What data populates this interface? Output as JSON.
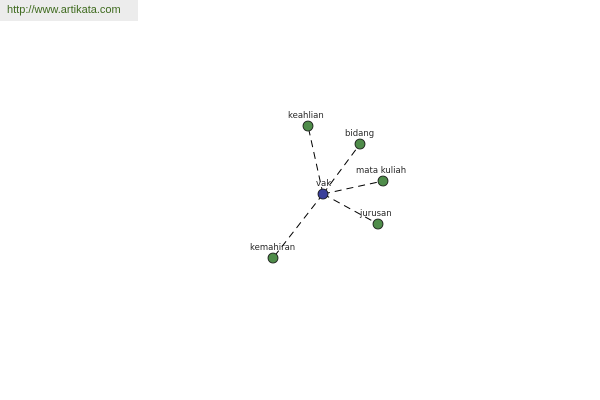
{
  "header": {
    "url_text": "http://www.artikata.com",
    "url_color": "#3e6a1e"
  },
  "graph": {
    "center": {
      "label": "vak",
      "color": "#3a3f9a"
    },
    "leaf_color": "#4f8c4a",
    "leaves": [
      {
        "label": "keahlian"
      },
      {
        "label": "bidang"
      },
      {
        "label": "mata kuliah"
      },
      {
        "label": "jurusan"
      },
      {
        "label": "kemahiran"
      }
    ]
  }
}
